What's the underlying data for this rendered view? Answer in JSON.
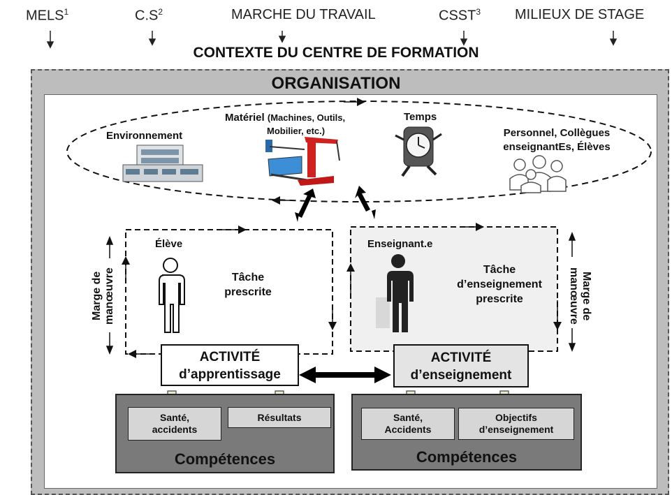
{
  "external_factors": [
    {
      "label": "MELS",
      "sup": "1"
    },
    {
      "label": "C.S",
      "sup": "2"
    },
    {
      "label": "MARCHE DU TRAVAIL",
      "sup": ""
    },
    {
      "label": "CSST",
      "sup": "3"
    },
    {
      "label": "MILIEUX DE STAGE",
      "sup": ""
    }
  ],
  "context_title": "CONTEXTE DU CENTRE DE FORMATION",
  "organisation_title": "ORGANISATION",
  "resources": {
    "environnement": "Environnement",
    "materiel_title": "Matériel",
    "materiel_detail_1": "(Machines, Outils,",
    "materiel_detail_2": "Mobilier, etc.)",
    "temps": "Temps",
    "personnel_1": "Personnel, Collègues",
    "personnel_2": "enseignantEs,  Élèves"
  },
  "student": {
    "label": "Élève",
    "task_1": "Tâche",
    "task_2": "prescrite",
    "margin": "Marge de manœuvre",
    "activity_1": "ACTIVITÉ",
    "activity_2": "d’apprentissage",
    "outcome_1a": "Santé,",
    "outcome_1b": "accidents",
    "outcome_2": "Résultats",
    "competences": "Compétences"
  },
  "teacher": {
    "label": "Enseignant.e",
    "task_1": "Tâche",
    "task_2": "d’enseignement",
    "task_3": "prescrite",
    "margin": "Marge de manœuvre",
    "activity_1": "ACTIVITÉ",
    "activity_2": "d’enseignement",
    "outcome_1a": "Santé,",
    "outcome_1b": "Accidents",
    "outcome_2a": "Objectifs",
    "outcome_2b": "d’enseignement",
    "competences": "Compétences"
  },
  "colors": {
    "outer_band": "#bdbdbd",
    "competence_box": "#7a7a7a",
    "subbox": "#d6d6d6",
    "teacher_task_box": "#f0f0f0"
  }
}
